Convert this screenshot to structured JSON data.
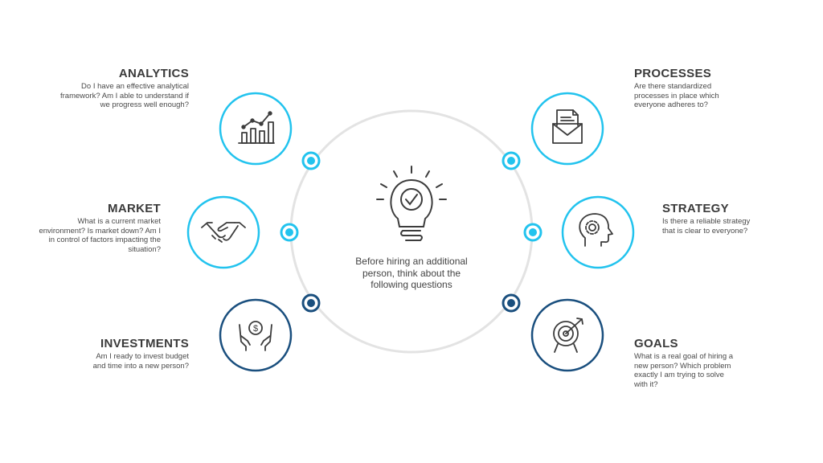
{
  "center": {
    "text": "Before hiring an additional person, think about the following questions"
  },
  "colors": {
    "light_blue": "#22c3ee",
    "dark_blue": "#1a4f7e",
    "ring": "#e3e3e3",
    "icon": "#3c3c3c"
  },
  "items": {
    "analytics": {
      "title": "ANALYTICS",
      "text": "Do I have an effective analytical framework? Am I able to understand if we progress well enough?",
      "icon": "bar-chart-icon"
    },
    "market": {
      "title": "MARKET",
      "text": "What is a current market environment? Is market down? Am I in control of factors impacting  the situation?",
      "icon": "handshake-icon"
    },
    "investments": {
      "title": "INVESTMENTS",
      "text": "Am I ready to invest budget and time into a new person?",
      "icon": "money-hands-icon"
    },
    "processes": {
      "title": "PROCESSES",
      "text": "Are there standardized processes in place which everyone adheres to?",
      "icon": "document-envelope-icon"
    },
    "strategy": {
      "title": "STRATEGY",
      "text": "Is there a reliable strategy that is clear to everyone?",
      "icon": "head-gear-icon"
    },
    "goals": {
      "title": "GOALS",
      "text": "What is a real goal of hiring a new person? Which problem exactly I am trying to solve with it?",
      "icon": "target-icon"
    }
  }
}
